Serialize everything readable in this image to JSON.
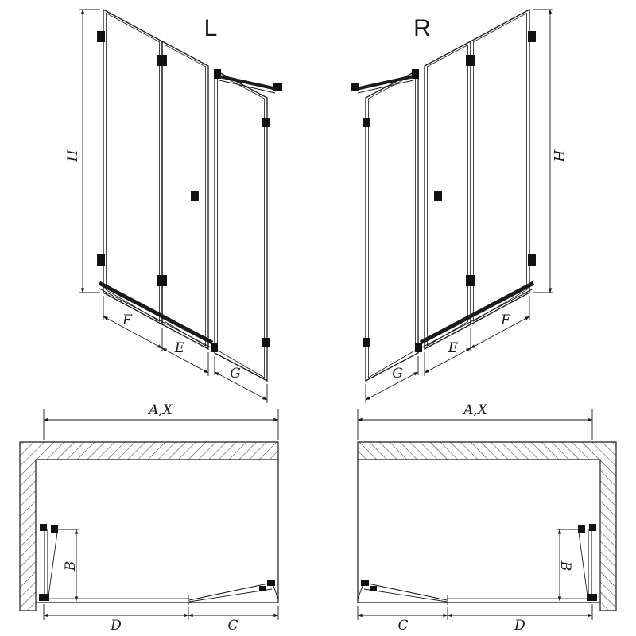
{
  "drawing": {
    "type": "shower-bath-screen-technical-drawing",
    "colors": {
      "line": "#1a1a1a",
      "hatch": "#444444",
      "background": "#ffffff"
    }
  },
  "views": {
    "left3d": {
      "label": "L",
      "dim_height": "H",
      "dim_door": "F",
      "dim_middle": "E",
      "dim_side": "G"
    },
    "right3d": {
      "label": "R",
      "dim_height": "H",
      "dim_door": "F",
      "dim_middle": "E",
      "dim_side": "G"
    },
    "plan_left": {
      "dim_width": "A,X",
      "dim_depth": "B",
      "dim_door": "D",
      "dim_fold": "C"
    },
    "plan_right": {
      "dim_width": "A,X",
      "dim_depth": "B",
      "dim_door": "D",
      "dim_fold": "C"
    }
  }
}
